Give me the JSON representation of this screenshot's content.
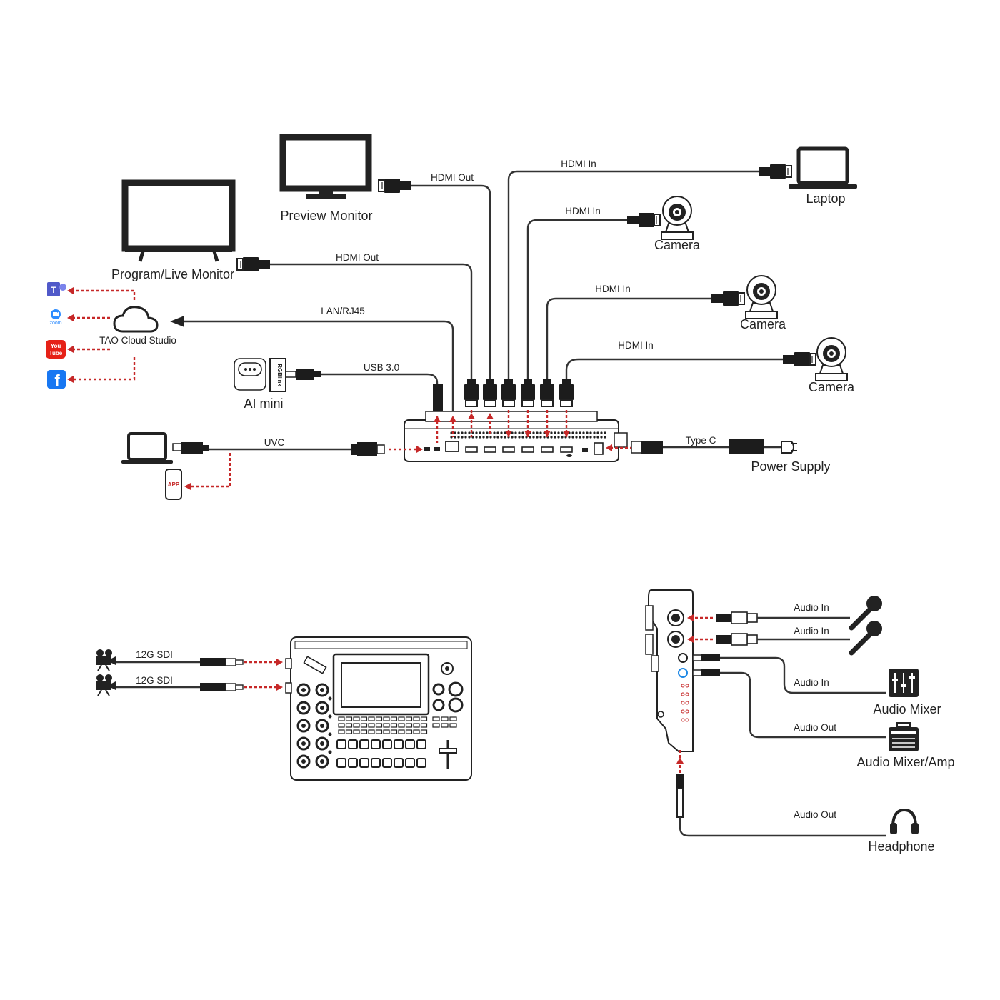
{
  "devices": {
    "preview_monitor": "Preview Monitor",
    "program_monitor": "Program/Live Monitor",
    "laptop": "Laptop",
    "camera_1": "Camera",
    "camera_2": "Camera",
    "camera_3": "Camera",
    "cloud": "TAO Cloud Studio",
    "ai_mini": "AI mini",
    "ai_mini_brand": "RGBlink",
    "power_supply": "Power Supply",
    "app_badge": "APP",
    "audio_mixer": "Audio Mixer",
    "audio_amp": "Audio Mixer/Amp",
    "headphone": "Headphone",
    "zoom_logo": "zoom",
    "teams_logo": "T",
    "youtube_logo_1": "You",
    "youtube_logo_2": "Tube",
    "facebook_logo": "f"
  },
  "connections": {
    "hdmi_out_preview": "HDMI Out",
    "hdmi_out_program": "HDMI Out",
    "hdmi_in_laptop": "HDMI In",
    "hdmi_in_camera_1": "HDMI In",
    "hdmi_in_camera_2": "HDMI In",
    "hdmi_in_camera_3": "HDMI In",
    "lan": "LAN/RJ45",
    "usb": "USB 3.0",
    "uvc": "UVC",
    "type_c": "Type C",
    "sdi_1": "12G SDI",
    "sdi_2": "12G SDI",
    "audio_in_1": "Audio In",
    "audio_in_2": "Audio In",
    "audio_in_mixer": "Audio In",
    "audio_out_amp": "Audio Out",
    "audio_out_headphone": "Audio Out"
  },
  "colors": {
    "line": "#333333",
    "signal_arrow": "#c62828",
    "background": "#ffffff"
  },
  "icons": [
    "monitor-icon",
    "tv-icon",
    "laptop-icon",
    "ptz-camera-icon",
    "cloud-icon",
    "hdmi-plug-icon",
    "usb-plug-icon",
    "phone-icon",
    "power-adapter-icon",
    "microphone-icon",
    "mixer-icon",
    "amplifier-icon",
    "headphone-icon",
    "film-camera-icon",
    "teams-icon",
    "zoom-icon",
    "youtube-icon",
    "facebook-icon"
  ]
}
